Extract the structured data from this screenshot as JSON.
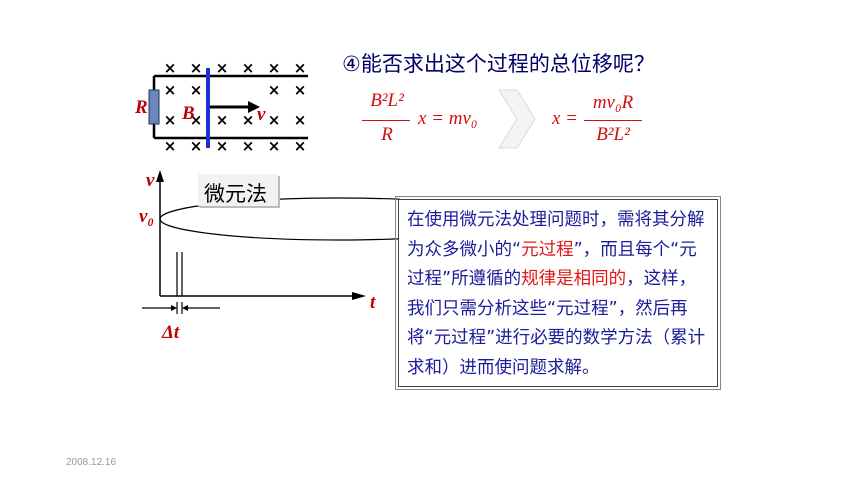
{
  "question": "④能否求出这个过程的总位移呢？",
  "circuit": {
    "resistor_label": "R",
    "field_label": "B",
    "velocity_label": "v",
    "cross_symbol": "×"
  },
  "equation1": {
    "numerator": "B²L²",
    "denominator": "R",
    "rhs": "x = mv₀"
  },
  "equation2": {
    "lhs": "x =",
    "numerator": "mv₀R",
    "denominator": "B²L²"
  },
  "graph": {
    "y_label": "v",
    "v0_label": "v₀",
    "x_label": "t",
    "dt_label": "Δt"
  },
  "method_label": "微元法",
  "explanation": {
    "seg1": "在使用微元法处理问题时，需将其分解为众多微小的“",
    "seg2": "元过程",
    "seg3": "”，而且每个“元过程”所遵循的",
    "seg4": "规律是相同的",
    "seg5": "，这样，我们只需分析这些“元过程”，然后再将“元过程”进行必要的数学方法（累计求和）进而使问题求解。"
  },
  "date": "2008.12.16"
}
